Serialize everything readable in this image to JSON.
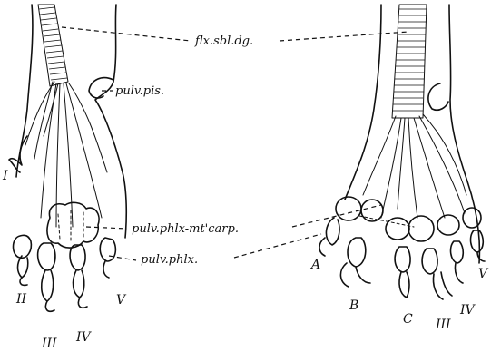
{
  "labels": {
    "flexor": "flx.sbl.dg.",
    "pisiform_pad": "pulv.pis.",
    "metacarpal_pad": "pulv.phlx-mt'carp.",
    "phalangeal_pad": "pulv.phlx."
  },
  "left_foot": {
    "digits": [
      "I",
      "II",
      "III",
      "IV",
      "V"
    ]
  },
  "right_foot": {
    "letters": [
      "A",
      "B",
      "C"
    ],
    "digits": [
      "III",
      "IV",
      "V"
    ]
  }
}
